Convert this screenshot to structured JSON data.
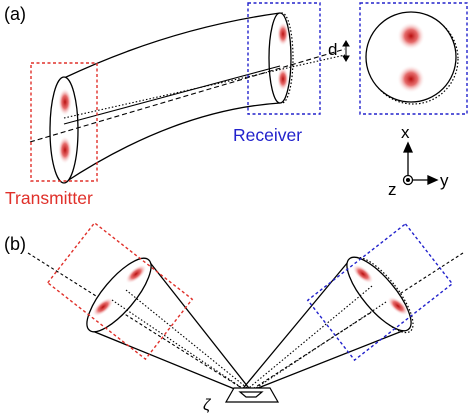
{
  "panel_a": {
    "label": "(a)",
    "transmitter_label": "Transmitter",
    "receiver_label": "Receiver",
    "offset_label": "d",
    "axes": {
      "x": "x",
      "y": "y",
      "z": "z"
    }
  },
  "panel_b": {
    "label": "(b)",
    "angle_label": "ζ"
  },
  "colors": {
    "transmitter_box": "#e0302a",
    "receiver_box": "#2222cc",
    "beam_spot": "#d21a1a",
    "line": "#000000"
  }
}
